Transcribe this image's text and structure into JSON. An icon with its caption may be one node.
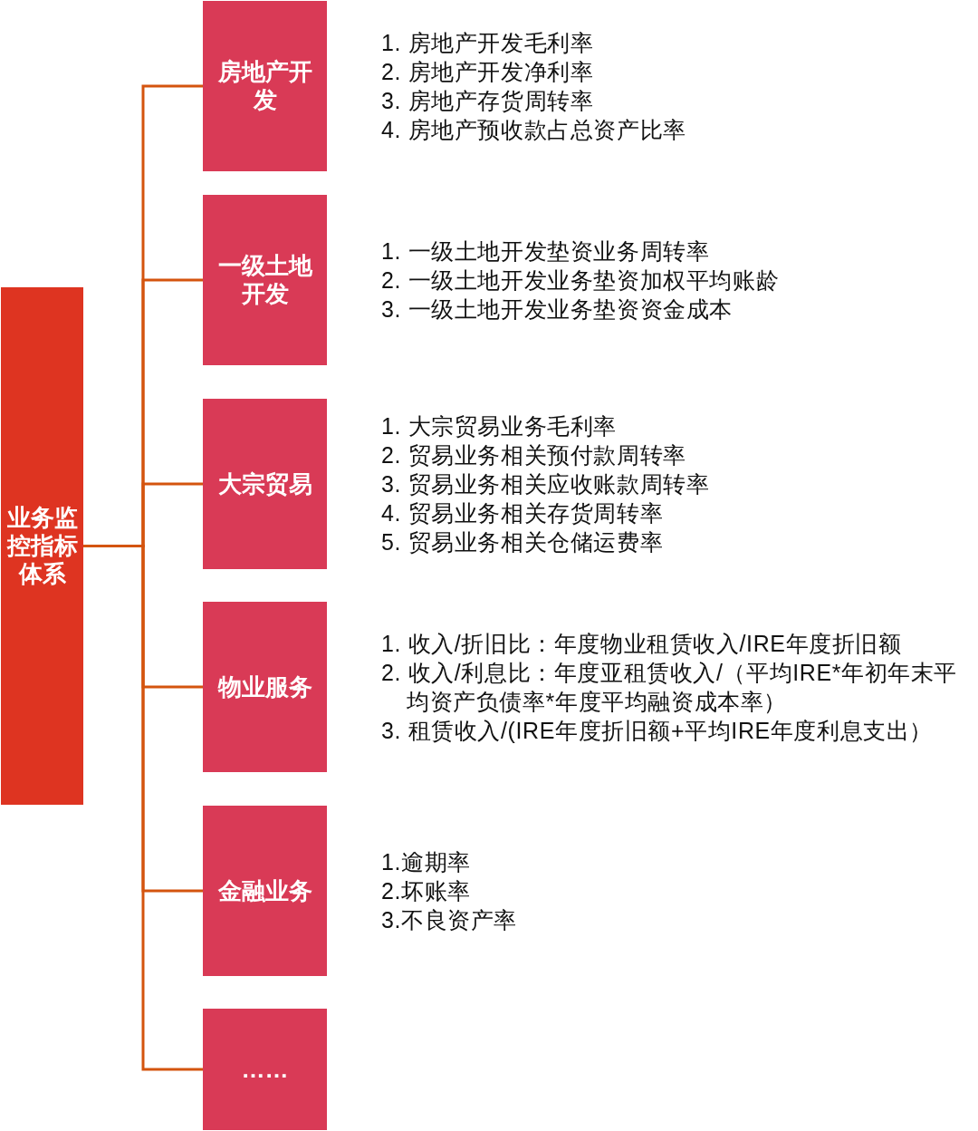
{
  "diagram": {
    "nodes": [
      {
        "text": [
          "业务监控指标体系"
        ]
      },
      {
        "text": [
          "房地产开发"
        ],
        "beside": [
          "1. 房地产开发毛利率",
          "2. 房地产开发净利率",
          "3. 房地产存货周转率",
          "4. 房地产预收款占总资产比率"
        ]
      },
      {
        "text": [
          "一级土地开发"
        ],
        "beside": [
          "1. 一级土地开发垫资业务周转率",
          "2. 一级土地开发业务垫资加权平均账龄",
          "3. 一级土地开发业务垫资资金成本"
        ]
      },
      {
        "text": [
          "大宗贸易"
        ],
        "beside": [
          "1. 大宗贸易业务毛利率",
          "2. 贸易业务相关预付款周转率",
          "3. 贸易业务相关应收账款周转率",
          "4. 贸易业务相关存货周转率",
          "5. 贸易业务相关仓储运费率"
        ]
      },
      {
        "text": [
          "物业服务"
        ],
        "beside": [
          "1. 收入/折旧比：年度物业租赁收入/IRE年度折旧额",
          "2. 收入/利息比：年度亚租赁收入/（平均IRE*年初年末平均资产负债率*年度平均融资成本率）",
          "3. 租赁收入/(IRE年度折旧额+平均IRE年度利息支出）"
        ]
      },
      {
        "text": [
          "金融业务"
        ],
        "beside": [
          "1.逾期率",
          "2.坏账率",
          "3.不良资产率"
        ]
      },
      {
        "text": [
          "……"
        ]
      }
    ],
    "edges": [
      {
        "from": 0,
        "to": 1,
        "arrow": "none"
      },
      {
        "from": 0,
        "to": 2,
        "arrow": "none"
      },
      {
        "from": 0,
        "to": 3,
        "arrow": "none"
      },
      {
        "from": 0,
        "to": 4,
        "arrow": "none"
      },
      {
        "from": 0,
        "to": 5,
        "arrow": "none"
      },
      {
        "from": 0,
        "to": 6,
        "arrow": "none"
      }
    ]
  }
}
